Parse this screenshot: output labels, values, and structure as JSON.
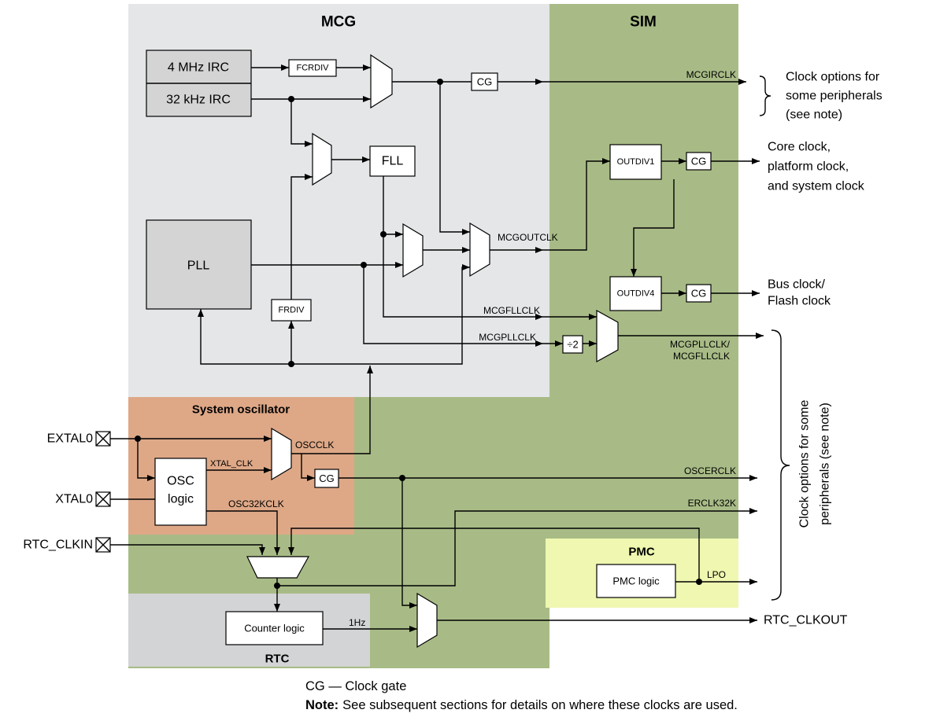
{
  "colors": {
    "mcg_region": "#e4e6e8",
    "sim_region": "#a8bb86",
    "osc_region": "#dea887",
    "rtc_region": "#d3d4d5",
    "pmc_region": "#eff7b0",
    "source_block": "#d4d4d4"
  },
  "regions": {
    "mcg": "MCG",
    "sim": "SIM",
    "system_oscillator": "System oscillator",
    "rtc": "RTC",
    "pmc": "PMC"
  },
  "blocks": {
    "irc4": "4 MHz IRC",
    "irc32": "32 kHz IRC",
    "fcrdiv": "FCRDIV",
    "fll": "FLL",
    "pll": "PLL",
    "frdiv": "FRDIV",
    "outdiv1": "OUTDIV1",
    "outdiv4": "OUTDIV4",
    "div2": "÷2",
    "cg": "CG",
    "osc_logic_line1": "OSC",
    "osc_logic_line2": "logic",
    "pmc_logic": "PMC logic",
    "counter_logic": "Counter logic"
  },
  "signals": {
    "mcgirclk": "MCGIRCLK",
    "mcgoutclk": "MCGOUTCLK",
    "mcgfllclk": "MCGFLLCLK",
    "mcgpllclk": "MCGPLLCLK",
    "mcgpll_fll_line1": "MCGPLLCLK/",
    "mcgpll_fll_line2": "MCGFLLCLK",
    "oscclk": "OSCCLK",
    "xtal_clk": "XTAL_CLK",
    "osc32kclk": "OSC32KCLK",
    "oscerclk": "OSCERCLK",
    "erclk32k": "ERCLK32K",
    "one_hz": "1Hz",
    "lpo": "LPO"
  },
  "pins": {
    "extal0": "EXTAL0",
    "xtal0": "XTAL0",
    "rtc_clkin": "RTC_CLKIN"
  },
  "outputs": {
    "peripheral_options_top": [
      "Clock options for",
      "some peripherals",
      "(see note)"
    ],
    "core": [
      "Core clock,",
      "platform clock,",
      "and system clock"
    ],
    "bus": [
      "Bus clock/",
      "Flash clock"
    ],
    "rtc_clkout": "RTC_CLKOUT",
    "peripheral_options_right": [
      "Clock options for some",
      "peripherals (see note)"
    ]
  },
  "legend": {
    "cg": "CG — Clock gate",
    "note_label": "Note:",
    "note_text": "See subsequent sections for details on where these clocks are used."
  }
}
